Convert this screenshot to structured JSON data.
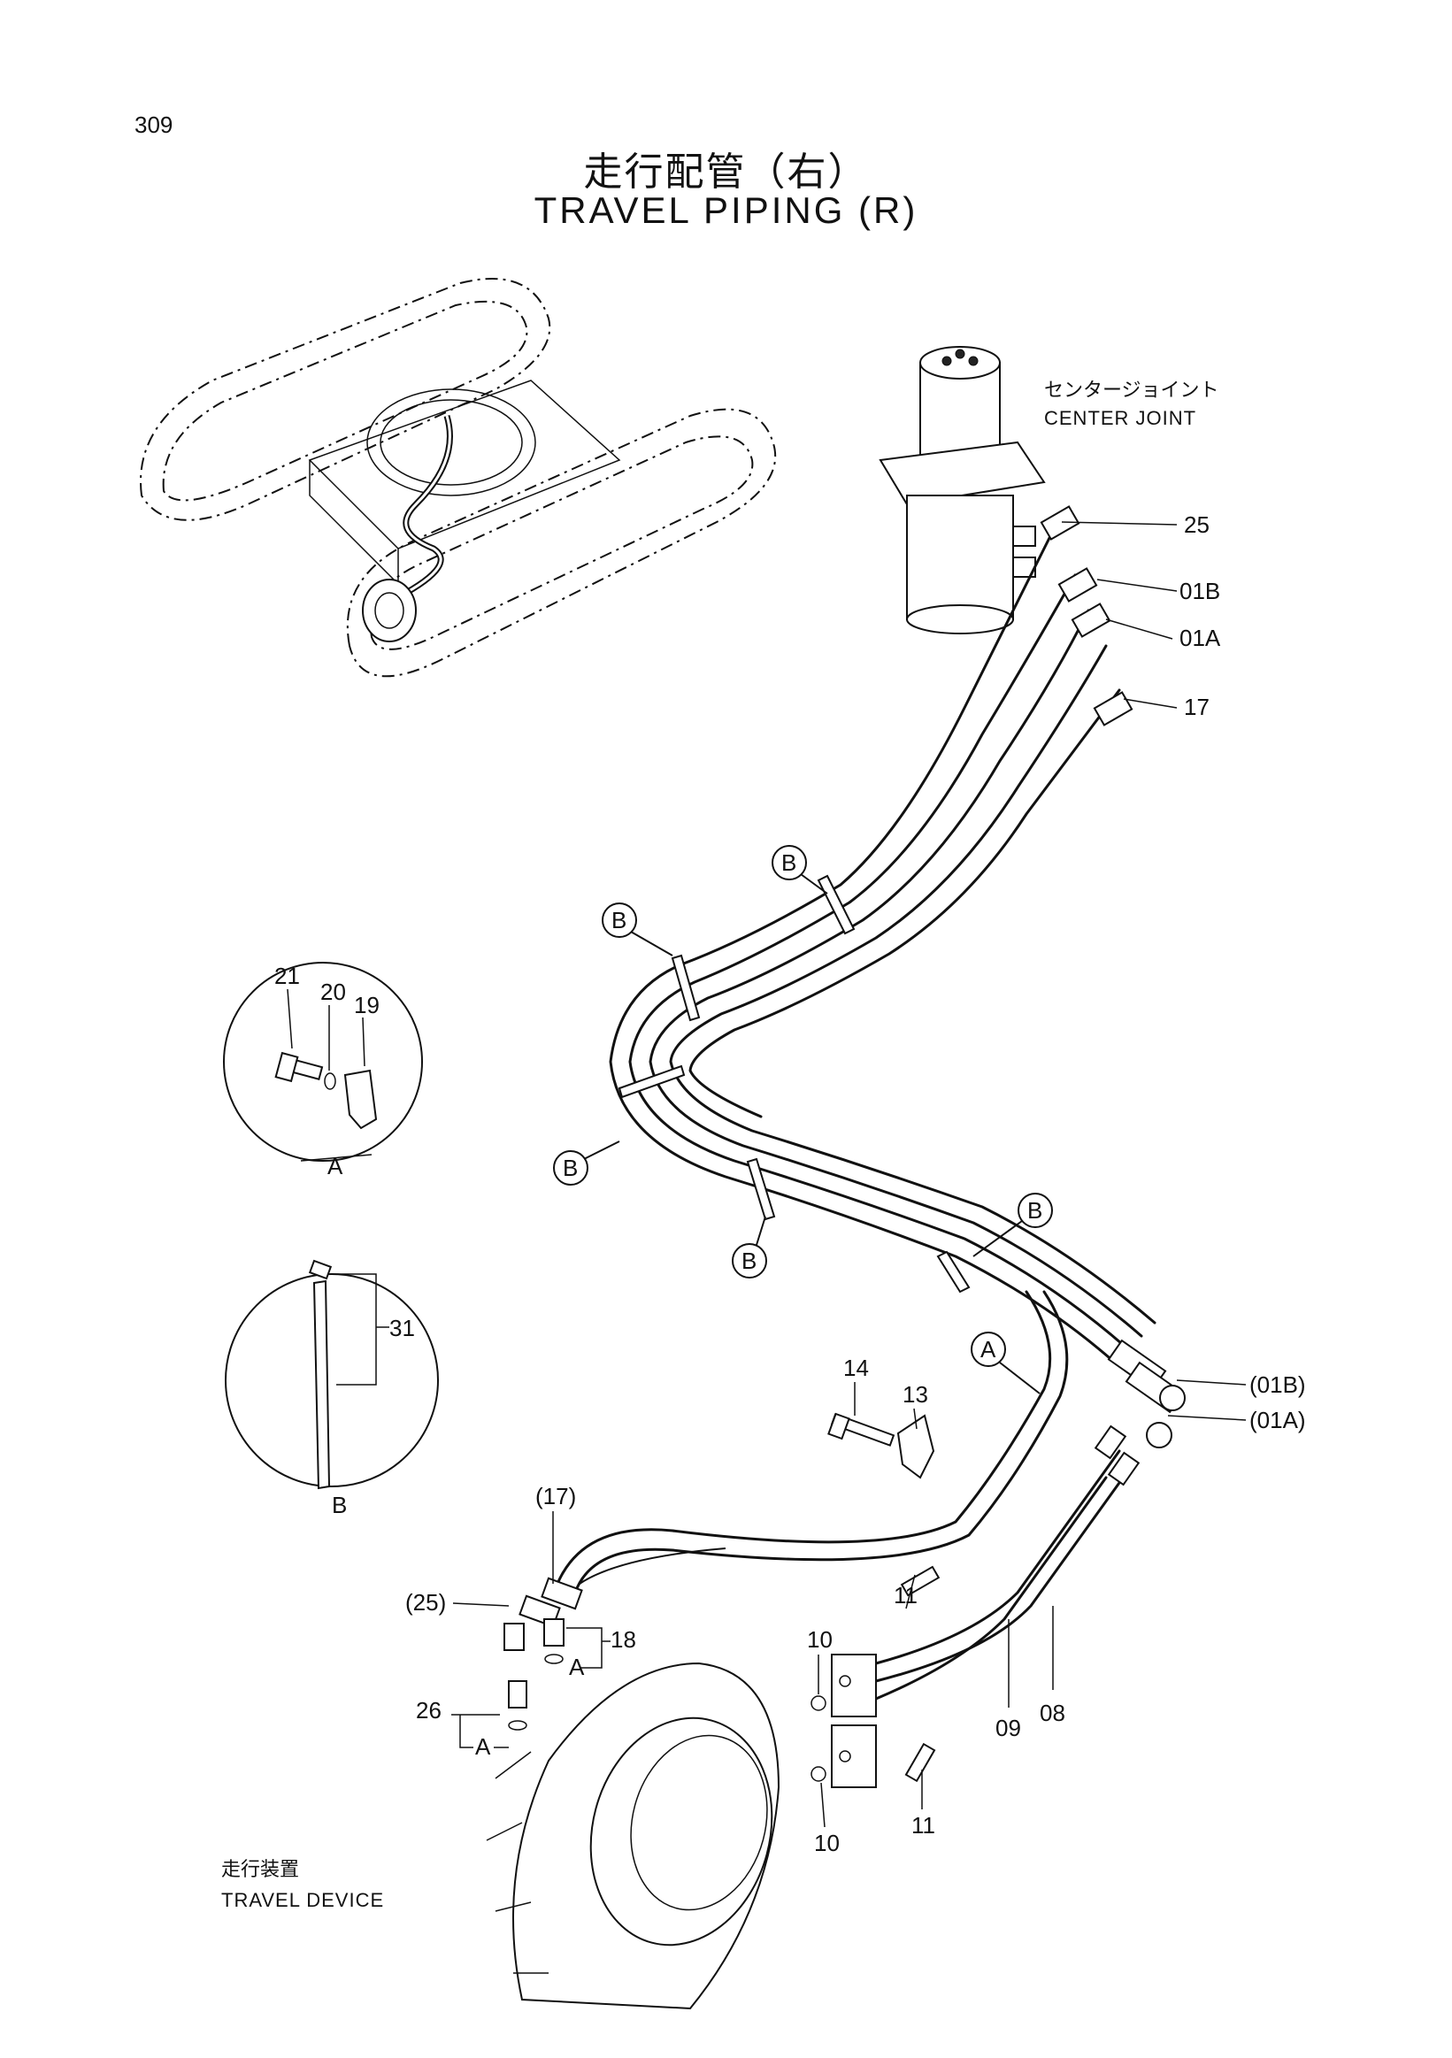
{
  "page_number": "309",
  "title_jp": "走行配管（右）",
  "title_en": "TRAVEL PIPING (R)",
  "components": {
    "center_joint_jp": "センタージョイント",
    "center_joint_en": "CENTER JOINT",
    "travel_device_jp": "走行装置",
    "travel_device_en": "TRAVEL DEVICE"
  },
  "callouts": {
    "p25": "25",
    "p01B": "01B",
    "p01A": "01A",
    "p17": "17",
    "p01B_ref": "(01B)",
    "p01A_ref": "(01A)",
    "p14": "14",
    "p13": "13",
    "p17_ref": "(17)",
    "p25_ref": "(25)",
    "p18": "18",
    "p26": "26",
    "p10a": "10",
    "p10b": "10",
    "p11a": "11",
    "p11b": "11",
    "p09": "09",
    "p08": "08",
    "p21": "21",
    "p20": "20",
    "p19": "19",
    "p31": "31",
    "a_18": "A",
    "a_26": "A"
  },
  "detail_views": {
    "view_a": "A",
    "view_b": "B"
  },
  "clamp_markers": {
    "b1": "B",
    "b2": "B",
    "b3": "B",
    "b4": "B",
    "b5": "B",
    "a1": "A"
  }
}
